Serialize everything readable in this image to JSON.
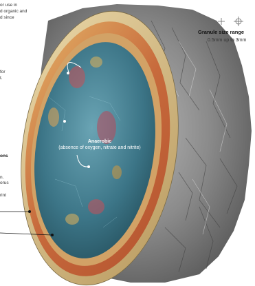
{
  "left_text": {
    "line1": "or use in",
    "line2": "d organic and",
    "line3": "d since",
    "line4": "for",
    "line5": "t.",
    "line6": "ons",
    "line7": "n.",
    "line8": "orus",
    "line9": "rint"
  },
  "legend": {
    "title": "Granule size range",
    "subtitle": "0.5mm up to 3mm",
    "small_icon": "plus-crosshair-icon",
    "large_icon": "circle-crosshair-icon"
  },
  "center": {
    "title": "Anaerobic",
    "subtitle": "(absence of oxygen, nitrate and nitrite)"
  },
  "colors": {
    "core": "#3f7f92",
    "middle_ring": "#c76a3c",
    "outer_ring": "#d9c08e",
    "rock": "#8a8a8a"
  }
}
